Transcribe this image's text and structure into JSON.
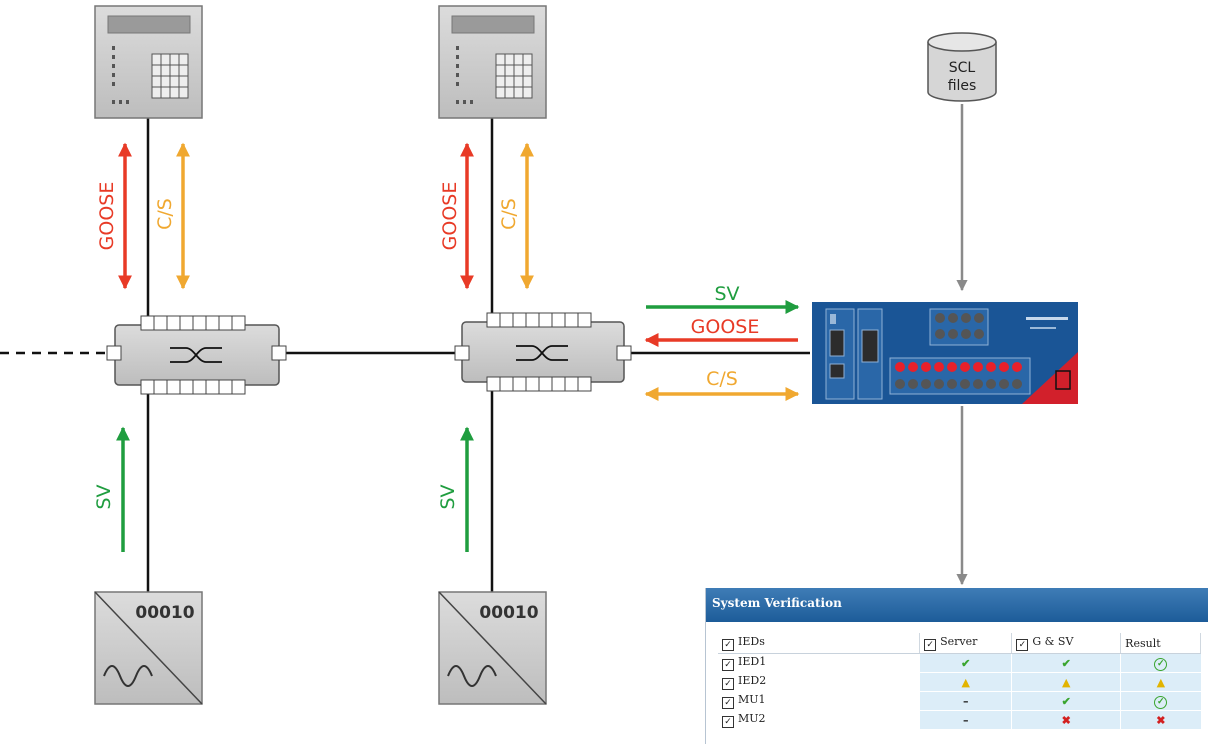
{
  "labels": {
    "goose": "GOOSE",
    "cs": "C/S",
    "sv": "SV",
    "scl_line1": "SCL",
    "scl_line2": "files",
    "mu_value": "00010"
  },
  "colors": {
    "goose": "#e83a26",
    "cs": "#f0a830",
    "sv": "#1f9d3f",
    "gray_arrow": "#8a8a8a",
    "device_blue": "#1a5596",
    "device_red": "#d2202b"
  },
  "panel": {
    "title": "System Verification",
    "columns": [
      "IEDs",
      "Server",
      "G & SV",
      "Result"
    ],
    "rows": [
      {
        "name": "IED1",
        "server": "check",
        "gsv": "check",
        "result": "check-circle"
      },
      {
        "name": "IED2",
        "server": "warning",
        "gsv": "warning",
        "result": "warning"
      },
      {
        "name": "MU1",
        "server": "dash",
        "gsv": "check",
        "result": "check-circle"
      },
      {
        "name": "MU2",
        "server": "dash",
        "gsv": "cross",
        "result": "cross"
      }
    ]
  }
}
